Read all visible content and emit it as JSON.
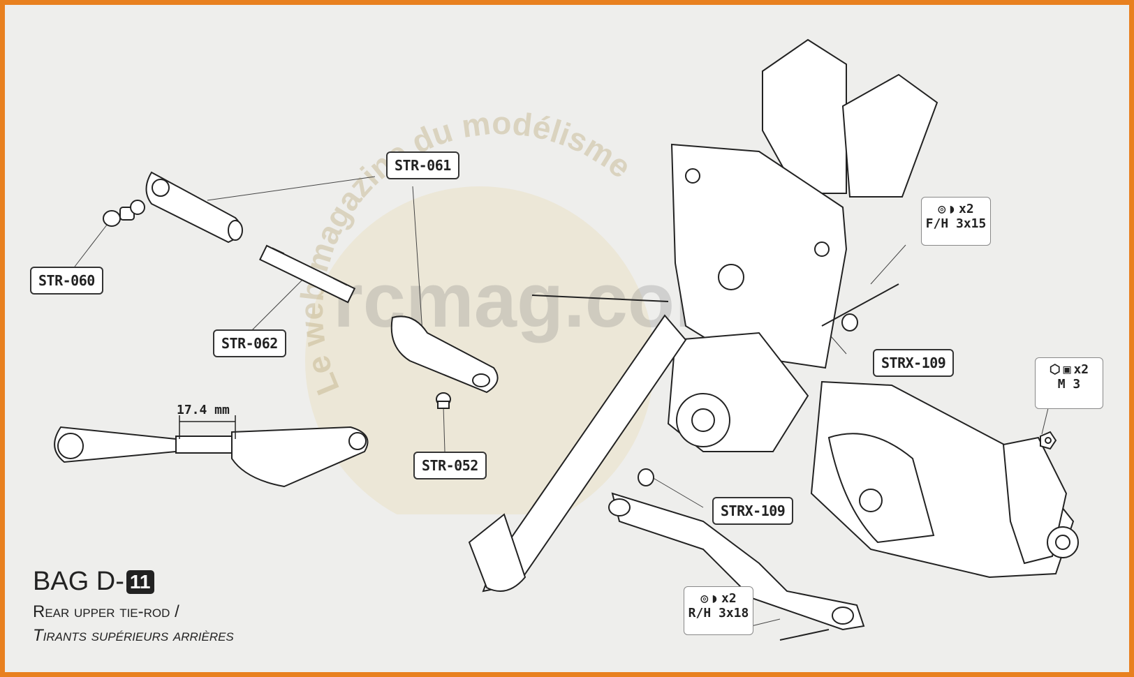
{
  "labels": {
    "str_061": "STR-061",
    "str_060": "STR-060",
    "str_062": "STR-062",
    "str_052": "STR-052",
    "strx_109_upper": "STRX-109",
    "strx_109_lower": "STRX-109"
  },
  "hardware": {
    "fh_qty": "x2",
    "fh_size": "F/H 3x15",
    "m3_qty": "x2",
    "m3_size": "M 3",
    "rh_qty": "x2",
    "rh_size": "R/H 3x18"
  },
  "dimension": "17.4 mm",
  "bag": {
    "title_prefix": "BAG D-",
    "number": "11",
    "subtitle_en": "Rear upper tie-rod /",
    "subtitle_fr": "Tirants supérieurs arrières"
  },
  "watermark": {
    "logo": "rcmag.com",
    "arc_text": "Le web magazine du modélisme"
  },
  "colors": {
    "frame": "#e8801f",
    "paper": "#eeeeec",
    "ink": "#222222"
  }
}
